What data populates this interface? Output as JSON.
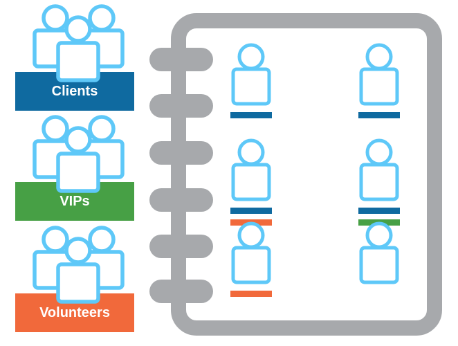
{
  "colors": {
    "person_outline": "#5ec8f8",
    "binder": "#a7a9ac",
    "clients": "#0f6aa0",
    "vips": "#47a045",
    "volunteers": "#f1693b"
  },
  "icons": {
    "group": "group-people-icon",
    "person": "person-icon",
    "address_book": "address-book-icon"
  },
  "groups": [
    {
      "label": "Clients",
      "color_key": "clients"
    },
    {
      "label": "VIPs",
      "color_key": "vips"
    },
    {
      "label": "Volunteers",
      "color_key": "volunteers"
    }
  ],
  "contacts": [
    {
      "tags": [
        "clients"
      ]
    },
    {
      "tags": [
        "clients",
        "volunteers"
      ]
    },
    {
      "tags": [
        "volunteers"
      ]
    },
    {
      "tags": [
        "clients"
      ]
    },
    {
      "tags": [
        "clients",
        "vips"
      ]
    },
    {
      "tags": []
    }
  ]
}
